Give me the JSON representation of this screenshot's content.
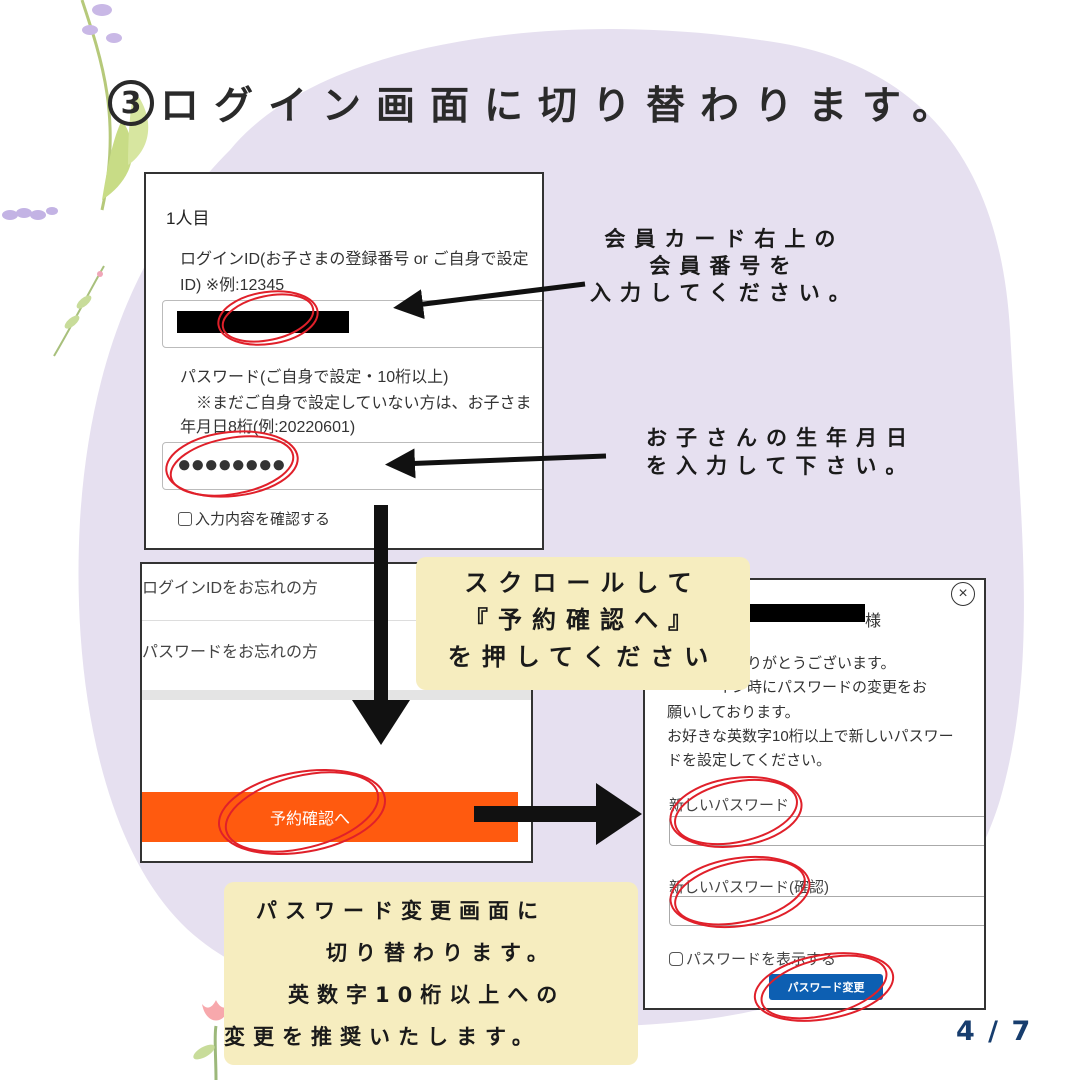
{
  "title": {
    "step_number": "3",
    "text": "ログイン画面に切り替わります。"
  },
  "login_form": {
    "person_label": "1人目",
    "login_id_label_line1": "ログインID(お子さまの登録番号 or ご自身で設定",
    "login_id_label_line2": "ID) ※例:12345",
    "password_label_line1": "パスワード(ご自身で設定・10桁以上)",
    "password_label_line2": "※まだご自身で設定していない方は、お子さま",
    "password_label_line3": "年月日8桁(例:20220601)",
    "password_value_mask": "●●●●●●●●",
    "confirm_checkbox_label": "入力内容を確認する"
  },
  "reserve_screen": {
    "forgot_login_id": "ログインIDをお忘れの方",
    "forgot_password": "パスワードをお忘れの方",
    "reserve_button": "予約確認へ"
  },
  "password_modal": {
    "greeting_suffix": "様",
    "close_symbol": "×",
    "message_line1": "りがとうございます。",
    "message_line2": "イン時にパスワードの変更をお",
    "message_line3": "願いしております。",
    "message_line4": "お好きな英数字10桁以上で新しいパスワー",
    "message_line5": "ドを設定してください。",
    "new_password_label": "新しいパスワード",
    "new_password_confirm_label": "新しいパスワード(確認)",
    "show_password_label": "パスワードを表示する",
    "change_button": "パスワード変更"
  },
  "callouts": {
    "card_number": [
      "会員カード右上の",
      "会員番号を",
      "入力してください。"
    ],
    "birthday": [
      "お子さんの生年月日",
      "を入力して下さい。"
    ],
    "scroll_note": [
      "スクロールして",
      "『予約確認へ』",
      "を押してください"
    ],
    "change_note": [
      "パスワード変更画面に",
      "切り替わります。",
      "英数字10桁以上への",
      "変更を推奨いたします。"
    ]
  },
  "pager": "4 / 7",
  "colors": {
    "background_blob": "#e6e0f0",
    "reserve_button": "#ff5a0f",
    "change_button": "#0d5fb2",
    "note_box": "#f6edbf",
    "highlight_circle": "#e0202a",
    "pager_text": "#173d6e"
  }
}
